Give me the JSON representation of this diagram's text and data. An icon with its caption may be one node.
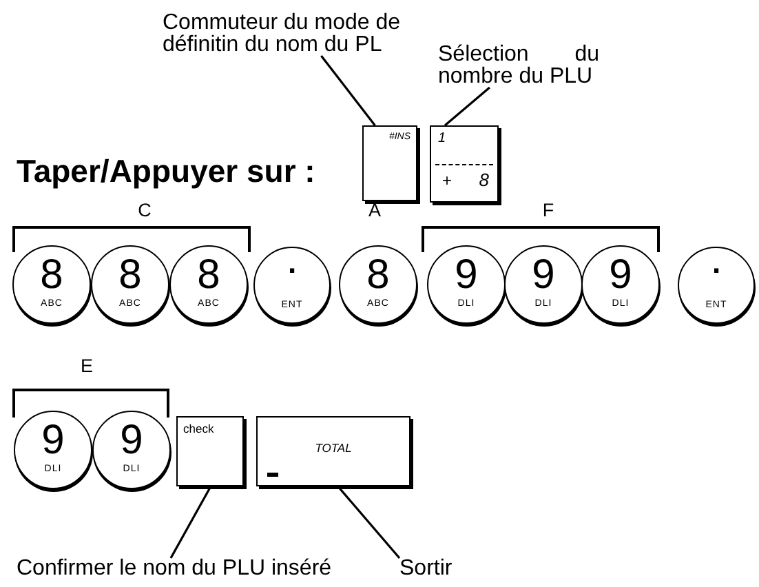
{
  "diagram": {
    "nodes": [
      {
        "text": [
          "Commuteur du mode de définitin du nom du PL"
        ]
      },
      {
        "text": [
          "Sélection du nombre du PLU"
        ]
      },
      {
        "text": [
          "#INS"
        ]
      },
      {
        "text": [
          "1",
          "+",
          "8"
        ]
      },
      {
        "text": [
          "8",
          "ABC"
        ]
      },
      {
        "text": [
          "8",
          "ABC"
        ]
      },
      {
        "text": [
          "8",
          "ABC"
        ]
      },
      {
        "text": [
          ".",
          "ENT"
        ]
      },
      {
        "text": [
          "8",
          "ABC"
        ]
      },
      {
        "text": [
          "9",
          "DLI"
        ]
      },
      {
        "text": [
          "9",
          "DLI"
        ]
      },
      {
        "text": [
          "9",
          "DLI"
        ]
      },
      {
        "text": [
          ".",
          "ENT"
        ]
      },
      {
        "text": [
          "9",
          "DLI"
        ]
      },
      {
        "text": [
          "9",
          "DLI"
        ]
      },
      {
        "text": [
          "check"
        ]
      },
      {
        "text": [
          "TOTAL"
        ]
      },
      {
        "text": [
          "Confirmer le nom du PLU inséré"
        ]
      },
      {
        "text": [
          "Sortir"
        ]
      }
    ],
    "edges": [
      {
        "from": 0,
        "to": 2,
        "arrow": "none"
      },
      {
        "from": 1,
        "to": 3,
        "arrow": "none"
      },
      {
        "from": 17,
        "to": 15,
        "arrow": "none"
      },
      {
        "from": 18,
        "to": 16,
        "arrow": "none"
      }
    ],
    "labels": [
      "Taper/Appuyer sur :",
      "C",
      "A",
      "F",
      "E"
    ]
  }
}
